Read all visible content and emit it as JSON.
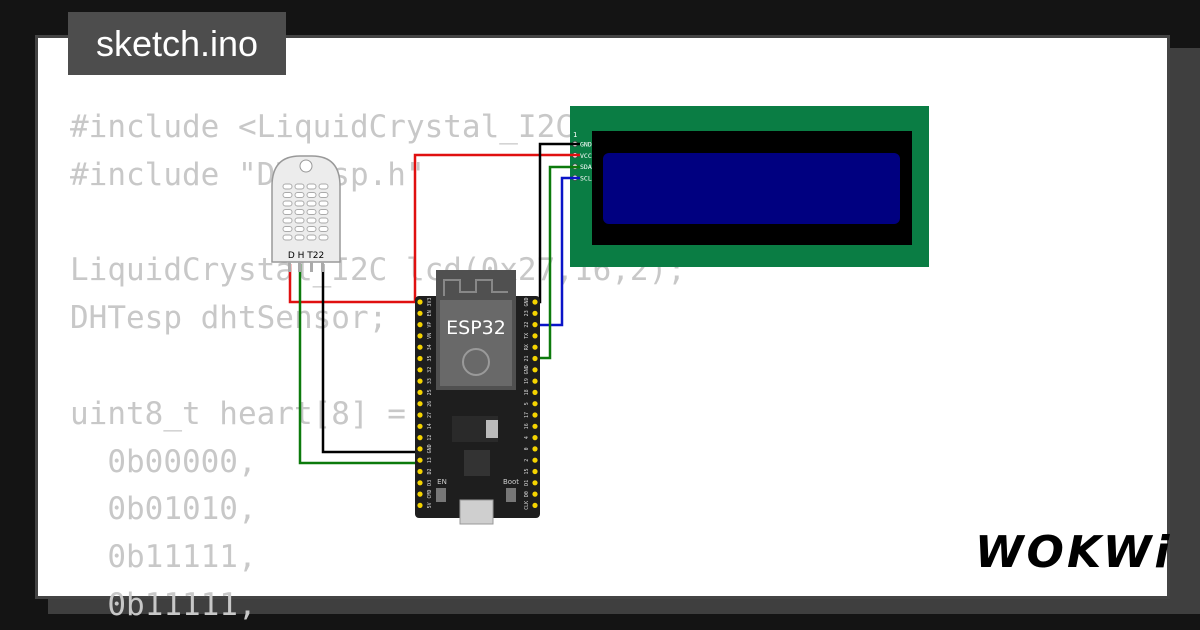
{
  "tab": {
    "filename": "sketch.ino"
  },
  "code": {
    "lines": [
      "#include <LiquidCrystal_I2C.h>",
      "#include \"DHTesp.h\"",
      "",
      "LiquidCrystal_I2C lcd(0x27,16,2);",
      "DHTesp dhtSensor;",
      "",
      "uint8_t heart[8] = {",
      "  0b00000,",
      "  0b01010,",
      "  0b11111,",
      "  0b11111,"
    ]
  },
  "components": {
    "dht22": {
      "label": "D H T22"
    },
    "lcd": {
      "pin_labels": [
        "GND",
        "VCC",
        "SDA",
        "SCL"
      ],
      "pin_index": "1"
    },
    "esp32": {
      "label": "ESP32",
      "left_pins": [
        "3V3",
        "EN",
        "VP",
        "VN",
        "34",
        "35",
        "32",
        "33",
        "25",
        "26",
        "27",
        "14",
        "12",
        "GND",
        "13",
        "D2",
        "D3",
        "CMD",
        "5V"
      ],
      "right_pins": [
        "GND",
        "23",
        "22",
        "TX",
        "RX",
        "21",
        "GND",
        "19",
        "18",
        "5",
        "17",
        "16",
        "4",
        "0",
        "2",
        "15",
        "D1",
        "D0",
        "CLK"
      ],
      "button_en": "EN",
      "button_boot": "Boot"
    }
  },
  "wires": {
    "colors": {
      "power": "#e01010",
      "ground": "#000000",
      "data": "#0c7a0c",
      "clock": "#0a14c8"
    }
  },
  "brand": {
    "logo_text": "WOKWi"
  }
}
